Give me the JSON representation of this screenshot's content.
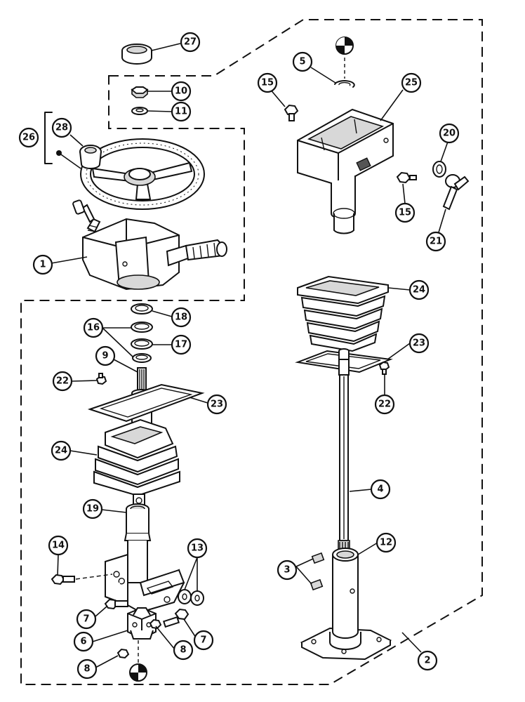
{
  "callouts": [
    {
      "id": "c27",
      "label": "27"
    },
    {
      "id": "c10",
      "label": "10"
    },
    {
      "id": "c11",
      "label": "11"
    },
    {
      "id": "c26",
      "label": "26"
    },
    {
      "id": "c28",
      "label": "28"
    },
    {
      "id": "c1",
      "label": "1"
    },
    {
      "id": "c5",
      "label": "5"
    },
    {
      "id": "c15a",
      "label": "15"
    },
    {
      "id": "c25",
      "label": "25"
    },
    {
      "id": "c20",
      "label": "20"
    },
    {
      "id": "c15b",
      "label": "15"
    },
    {
      "id": "c21",
      "label": "21"
    },
    {
      "id": "c24a",
      "label": "24"
    },
    {
      "id": "c23a",
      "label": "23"
    },
    {
      "id": "c22a",
      "label": "22"
    },
    {
      "id": "c4",
      "label": "4"
    },
    {
      "id": "c12",
      "label": "12"
    },
    {
      "id": "c3",
      "label": "3"
    },
    {
      "id": "c2",
      "label": "2"
    },
    {
      "id": "c18",
      "label": "18"
    },
    {
      "id": "c16",
      "label": "16"
    },
    {
      "id": "c17",
      "label": "17"
    },
    {
      "id": "c9",
      "label": "9"
    },
    {
      "id": "c22b",
      "label": "22"
    },
    {
      "id": "c23b",
      "label": "23"
    },
    {
      "id": "c24b",
      "label": "24"
    },
    {
      "id": "c19",
      "label": "19"
    },
    {
      "id": "c14",
      "label": "14"
    },
    {
      "id": "c13",
      "label": "13"
    },
    {
      "id": "c7a",
      "label": "7"
    },
    {
      "id": "c7b",
      "label": "7"
    },
    {
      "id": "c6",
      "label": "6"
    },
    {
      "id": "c8a",
      "label": "8"
    },
    {
      "id": "c8b",
      "label": "8"
    }
  ]
}
